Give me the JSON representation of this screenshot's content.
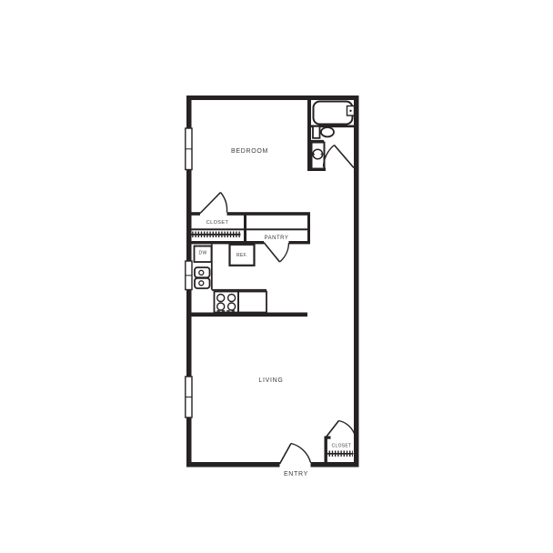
{
  "colors": {
    "wall": "#262223",
    "label": "#3f3a3b",
    "background": "#ffffff",
    "window_fill": "#ffffff"
  },
  "rooms": {
    "bedroom": {
      "label": "BEDROOM"
    },
    "living": {
      "label": "LIVING"
    },
    "entry": {
      "label": "ENTRY"
    },
    "bedroom_closet": {
      "label": "CLOSET"
    },
    "pantry": {
      "label": "PANTRY"
    },
    "entry_closet": {
      "label": "CLOSET"
    }
  },
  "kitchen": {
    "dishwasher_label": "DW",
    "refrigerator_label": "REF."
  },
  "fixtures": {
    "bathroom": [
      "bathtub",
      "toilet",
      "vanity-sink"
    ],
    "kitchen": [
      "double-basin-sink",
      "range-stove",
      "counter"
    ],
    "windows_count": 3,
    "door_swings_count": 5
  }
}
